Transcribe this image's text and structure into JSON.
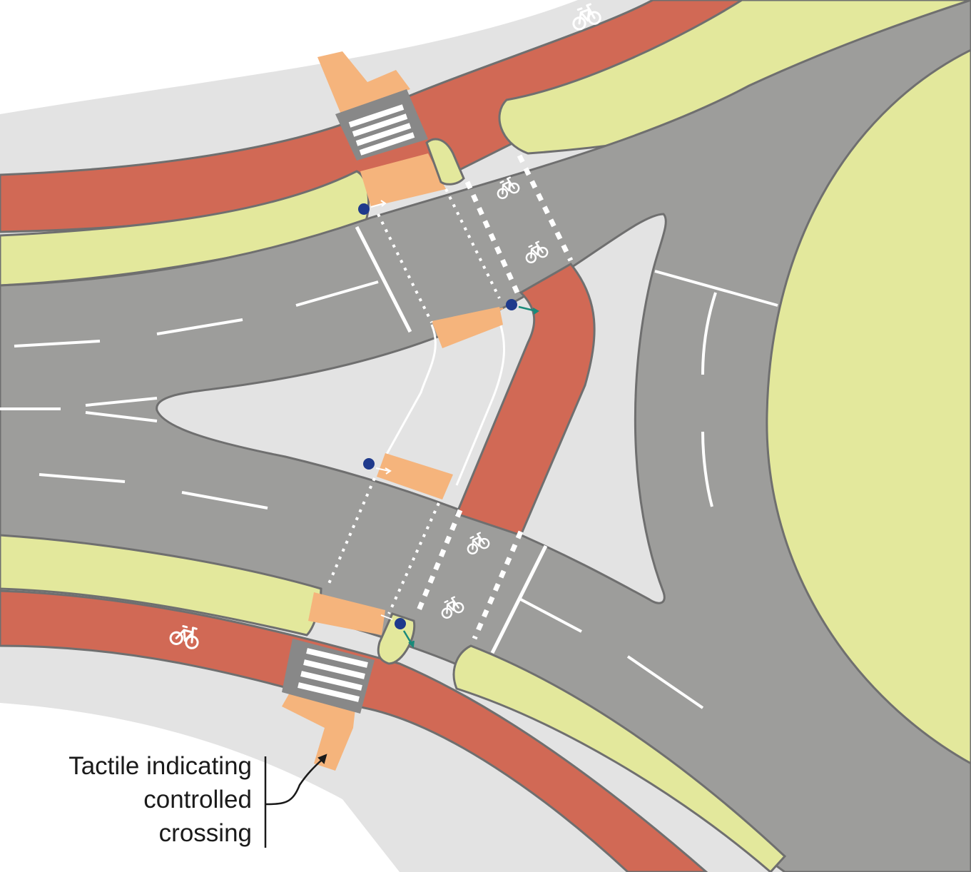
{
  "annotation": {
    "lines": [
      "Tactile indicating",
      "controlled",
      "crossing"
    ]
  },
  "colors": {
    "road": "#9d9d9b",
    "footway": "#e3e3e3",
    "cycle_track": "#d16955",
    "verge": "#e3e89c",
    "tactile": "#f5b47c",
    "marking": "#ffffff",
    "edge": "#6f6f6f",
    "push_button": "#1f3a8c",
    "pedestrian_arrow": "#f5b47c",
    "cycle_arrow": "#1a8a7a",
    "text": "#1a1a1a"
  },
  "icons": [
    "bicycle-icon",
    "push-button-icon",
    "arrow-icon",
    "zebra-crossing-icon"
  ]
}
